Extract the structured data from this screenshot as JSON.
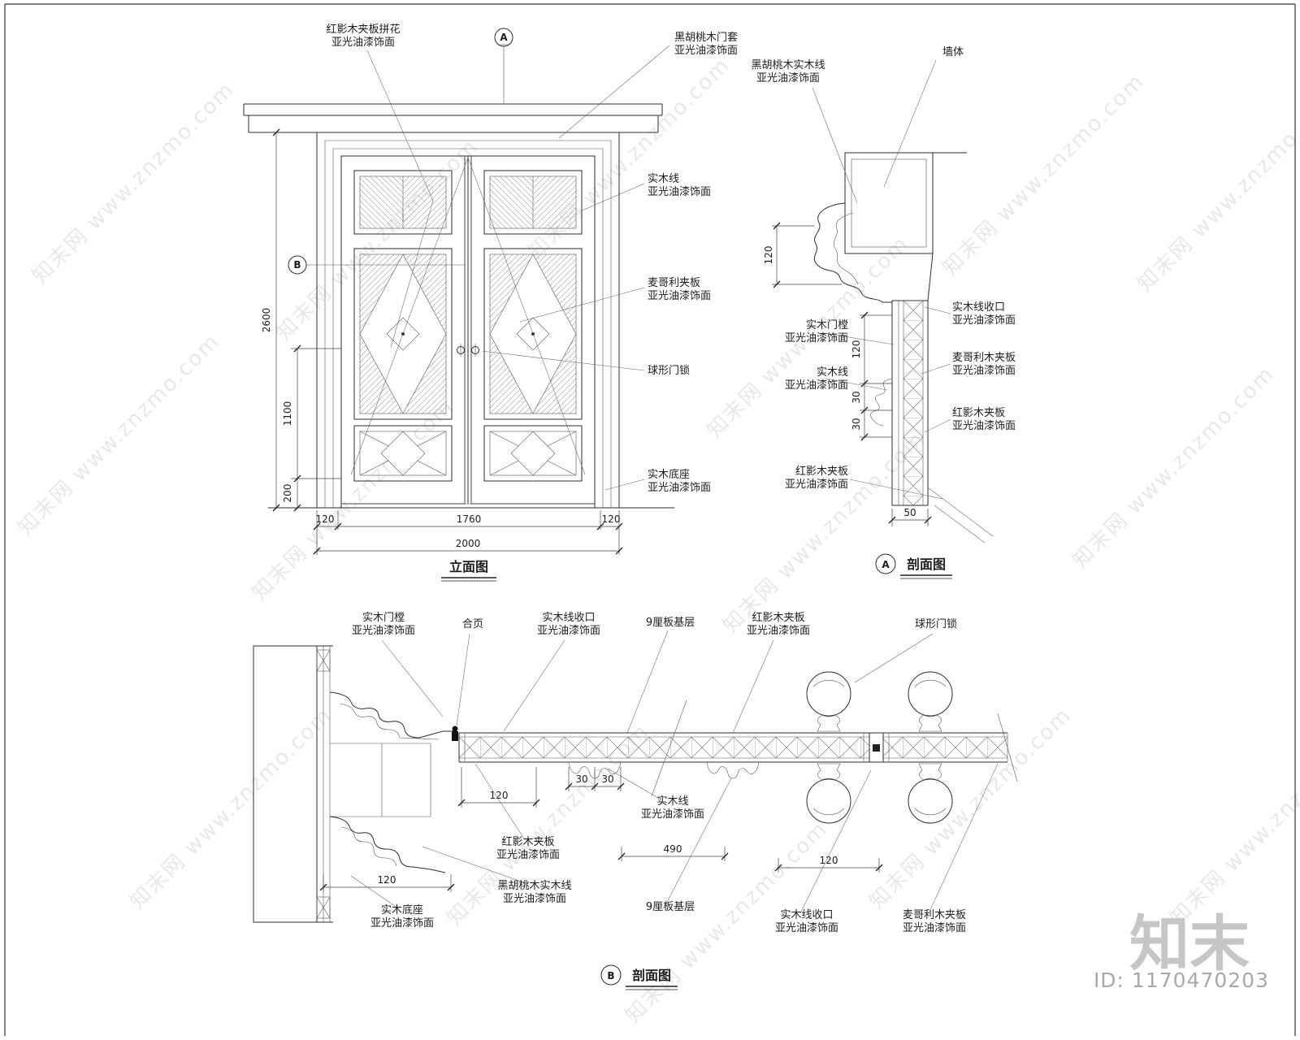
{
  "watermark": {
    "text": "知末网 www.znzmo.com"
  },
  "footer": {
    "logo": "知末",
    "id": "ID: 1170470203"
  },
  "markers": {
    "a": "A",
    "b": "B"
  },
  "elevation": {
    "title": "立面图",
    "labels": {
      "parquet1": "红影木夹板拼花",
      "parquet2": "亚光油漆饰面",
      "casing1": "黑胡桃木门套",
      "casing2": "亚光油漆饰面",
      "wood_line1": "实木线",
      "wood_line2": "亚光油漆饰面",
      "plywood1": "麦哥利夹板",
      "plywood2": "亚光油漆饰面",
      "lock": "球形门锁",
      "base1": "实木底座",
      "base2": "亚光油漆饰面"
    },
    "dims": {
      "total_h": "2600",
      "knob_h": "1100",
      "base_h": "200",
      "side_l": "120",
      "opening": "1760",
      "side_r": "120",
      "total_w": "2000"
    }
  },
  "section_a": {
    "title": "剖面图",
    "labels": {
      "walnut1": "黑胡桃木实木线",
      "walnut2": "亚光油漆饰面",
      "wall": "墙体",
      "trim_end1": "实木线收口",
      "trim_end2": "亚光油漆饰面",
      "door_frame1": "实木门樘",
      "door_frame2": "亚光油漆饰面",
      "mahogany1": "麦哥利木夹板",
      "mahogany2": "亚光油漆饰面",
      "wood_line1": "实木线",
      "wood_line2": "亚光油漆饰面",
      "red_ply_r1": "红影木夹板",
      "red_ply_r2": "亚光油漆饰面",
      "red_ply_b1": "红影木夹板",
      "red_ply_b2": "亚光油漆饰面"
    },
    "dims": {
      "molding_h": "120",
      "frame_h": "120",
      "t1": "30",
      "t2": "30",
      "width": "50"
    }
  },
  "section_b": {
    "title": "剖面图",
    "labels": {
      "door_frame1": "实木门樘",
      "door_frame2": "亚光油漆饰面",
      "hinge": "合页",
      "trim_end_t1": "实木线收口",
      "trim_end_t2": "亚光油漆饰面",
      "board9_t": "9厘板基层",
      "red_ply_t1": "红影木夹板",
      "red_ply_t2": "亚光油漆饰面",
      "lock": "球形门锁",
      "wood_line1": "实木线",
      "wood_line2": "亚光油漆饰面",
      "red_ply_b1": "红影木夹板",
      "red_ply_b2": "亚光油漆饰面",
      "walnut1": "黑胡桃木实木线",
      "walnut2": "亚光油漆饰面",
      "base1": "实木底座",
      "base2": "亚光油漆饰面",
      "board9_b": "9厘板基层",
      "trim_end_b1": "实木线收口",
      "trim_end_b2": "亚光油漆饰面",
      "mahogany1": "麦哥利木夹板",
      "mahogany2": "亚光油漆饰面"
    },
    "dims": {
      "wall_off": "120",
      "frame": "120",
      "t1": "30",
      "t2": "30",
      "span": "490",
      "knob": "120"
    }
  }
}
